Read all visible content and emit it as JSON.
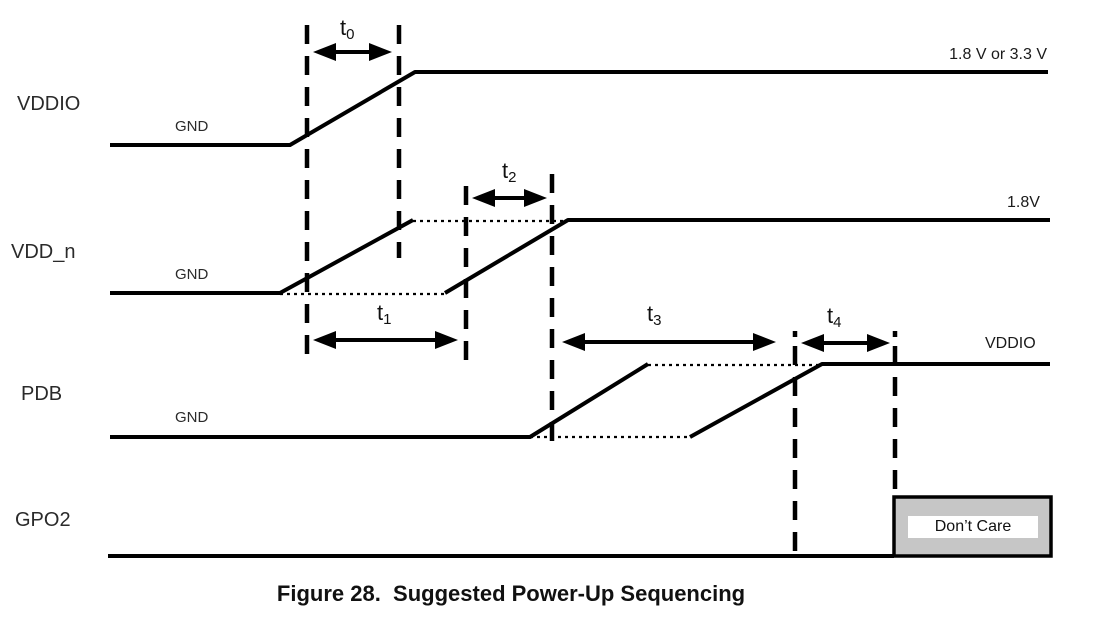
{
  "figure": {
    "caption": "Figure 28.  Suggested Power-Up Sequencing"
  },
  "signals": {
    "vddio": {
      "name": "VDDIO",
      "gnd": "GND",
      "level": "1.8 V or 3.3 V"
    },
    "vdd_n": {
      "name": "VDD_n",
      "gnd": "GND",
      "level": "1.8V"
    },
    "pdb": {
      "name": "PDB",
      "gnd": "GND",
      "level": "VDDIO"
    },
    "gpo2": {
      "name": "GPO2",
      "dont_care": "Don’t Care"
    }
  },
  "timings": {
    "t0": {
      "base": "t",
      "sub": "0"
    },
    "t1": {
      "base": "t",
      "sub": "1"
    },
    "t2": {
      "base": "t",
      "sub": "2"
    },
    "t3": {
      "base": "t",
      "sub": "3"
    },
    "t4": {
      "base": "t",
      "sub": "4"
    }
  },
  "colors": {
    "line": "#000000",
    "background": "#ffffff",
    "dont_care_fill": "#c6c6c6",
    "dont_care_label_bg": "#ffffff"
  }
}
